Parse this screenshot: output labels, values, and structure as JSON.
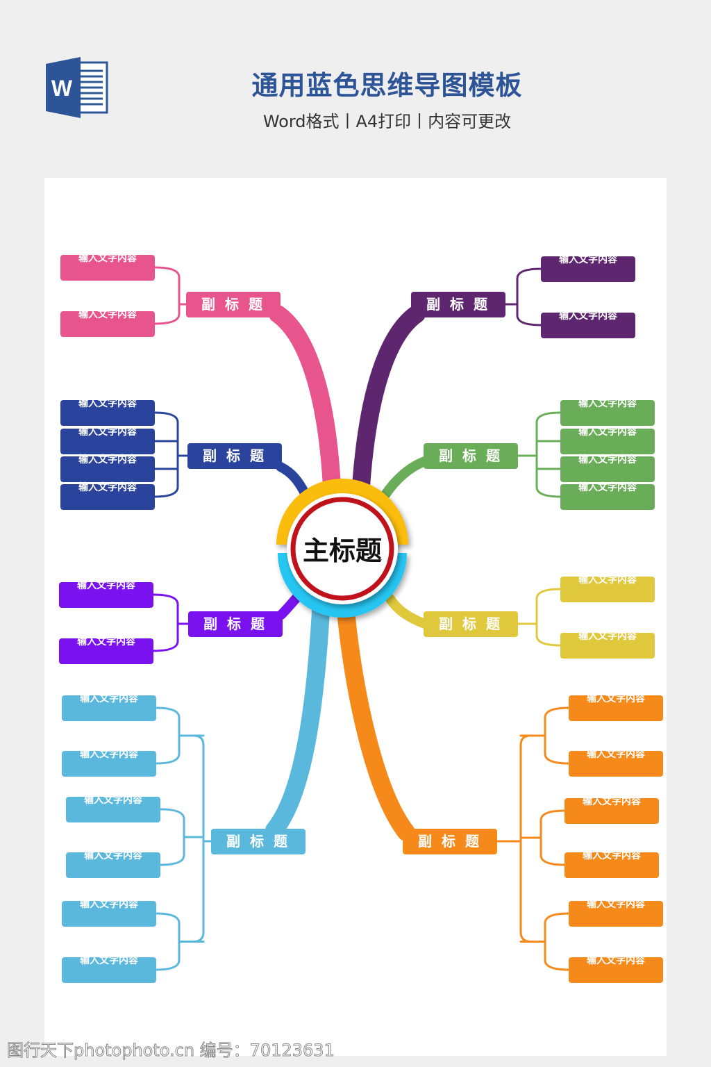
{
  "header": {
    "title": "通用蓝色思维导图模板",
    "subtitle": "Word格式丨A4打印丨内容可更改",
    "logo_letter": "W"
  },
  "center": {
    "label": "主标题",
    "top_color": "#fbbd0c",
    "bottom_color": "#27c6f2",
    "ring_color": "#c0121b"
  },
  "branches": [
    {
      "label": "副标题",
      "color": "#e8548c",
      "leaves": [
        "输入文字内容",
        "输入文字内容"
      ]
    },
    {
      "label": "副标题",
      "color": "#5e266e",
      "leaves": [
        "输入文字内容",
        "输入文字内容"
      ]
    },
    {
      "label": "副标题",
      "color": "#2a449e",
      "leaves": [
        "输入文字内容",
        "输入文字内容",
        "输入文字内容",
        "输入文字内容"
      ]
    },
    {
      "label": "副标题",
      "color": "#6aad58",
      "leaves": [
        "输入文字内容",
        "输入文字内容",
        "输入文字内容",
        "输入文字内容"
      ]
    },
    {
      "label": "副标题",
      "color": "#7a12f0",
      "leaves": [
        "输入文字内容",
        "输入文字内容"
      ]
    },
    {
      "label": "副标题",
      "color": "#e0c83c",
      "leaves": [
        "输入文字内容",
        "输入文字内容"
      ]
    },
    {
      "label": "副标题",
      "color": "#5ab8dc",
      "leaves": [
        "输入文字内容",
        "输入文字内容",
        "输入文字内容",
        "输入文字内容",
        "输入文字内容",
        "输入文字内容"
      ]
    },
    {
      "label": "副标题",
      "color": "#f5891a",
      "leaves": [
        "输入文字内容",
        "输入文字内容",
        "输入文字内容",
        "输入文字内容",
        "输入文字内容",
        "输入文字内容"
      ]
    }
  ],
  "watermark": "图行天下photophoto.cn 编号：70123631"
}
